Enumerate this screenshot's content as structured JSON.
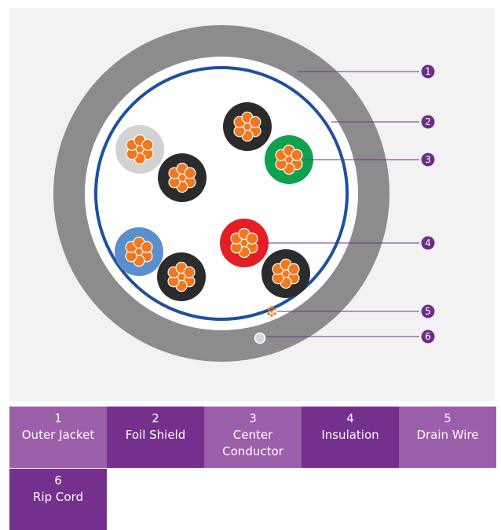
{
  "colors": {
    "panel_bg": "#f2f2f2",
    "jacket": "#8c8c8e",
    "foil_shield": "#1f4fa0",
    "core_bg": "#ffffff",
    "copper": "#f07820",
    "callout": "#6b2f86",
    "legend_light": "#9b5ea8",
    "legend_dark": "#74308c",
    "rip_cord": "#d8d8d8"
  },
  "pairs": [
    {
      "a": "#d2d2d2",
      "b": "#2b2b2b"
    },
    {
      "a": "#2b2b2b",
      "b": "#10a14e"
    },
    {
      "a": "#5b8fcb",
      "b": "#2b2b2b"
    },
    {
      "a": "#e31e24",
      "b": "#2b2b2b"
    }
  ],
  "callouts": [
    {
      "number": "1",
      "target": "outer-jacket"
    },
    {
      "number": "2",
      "target": "foil-shield"
    },
    {
      "number": "3",
      "target": "center-conductor"
    },
    {
      "number": "4",
      "target": "insulation"
    },
    {
      "number": "5",
      "target": "drain-wire"
    },
    {
      "number": "6",
      "target": "rip-cord"
    }
  ],
  "legend": [
    {
      "number": "1",
      "label": "Outer Jacket",
      "shade": "light"
    },
    {
      "number": "2",
      "label": "Foil Shield",
      "shade": "dark"
    },
    {
      "number": "3",
      "label": "Center Conductor",
      "shade": "light"
    },
    {
      "number": "4",
      "label": "Insulation",
      "shade": "dark"
    },
    {
      "number": "5",
      "label": "Drain Wire",
      "shade": "light"
    },
    {
      "number": "6",
      "label": "Rip Cord",
      "shade": "dark"
    }
  ]
}
